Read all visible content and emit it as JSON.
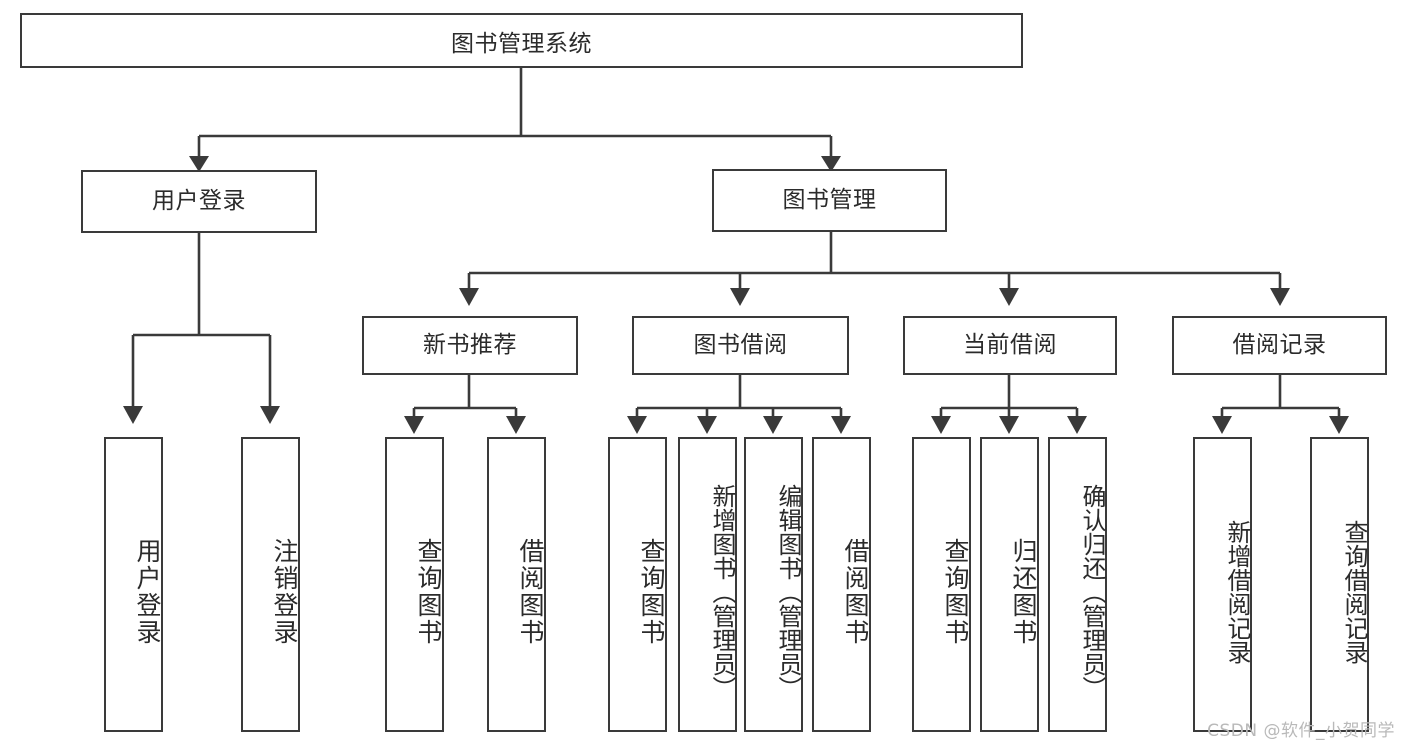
{
  "diagram": {
    "title": "图书管理系统",
    "type": "tree-hierarchy-chart",
    "watermark": "CSDN @软件_小贺同学",
    "colors": {
      "stroke": "#3a3a3a",
      "fill": "#ffffff",
      "text": "#2b2b2b",
      "watermark": "#b9b9b9"
    },
    "root": {
      "label": "图书管理系统"
    },
    "level2": [
      {
        "label": "用户登录"
      },
      {
        "label": "图书管理"
      }
    ],
    "level3": [
      {
        "label": "新书推荐"
      },
      {
        "label": "图书借阅"
      },
      {
        "label": "当前借阅"
      },
      {
        "label": "借阅记录"
      }
    ],
    "leaves": {
      "user_login": [
        {
          "label": "用户登录"
        },
        {
          "label": "注销登录"
        }
      ],
      "new_book_recommend": [
        {
          "label": "查询图书"
        },
        {
          "label": "借阅图书"
        }
      ],
      "book_borrow": [
        {
          "label": "查询图书"
        },
        {
          "label": "新增图书（管理员）"
        },
        {
          "label": "编辑图书（管理员）"
        },
        {
          "label": "借阅图书"
        }
      ],
      "current_borrow": [
        {
          "label": "查询图书"
        },
        {
          "label": "归还图书"
        },
        {
          "label": "确认归还（管理员）"
        }
      ],
      "borrow_record": [
        {
          "label": "新增借阅记录"
        },
        {
          "label": "查询借阅记录"
        }
      ]
    }
  }
}
